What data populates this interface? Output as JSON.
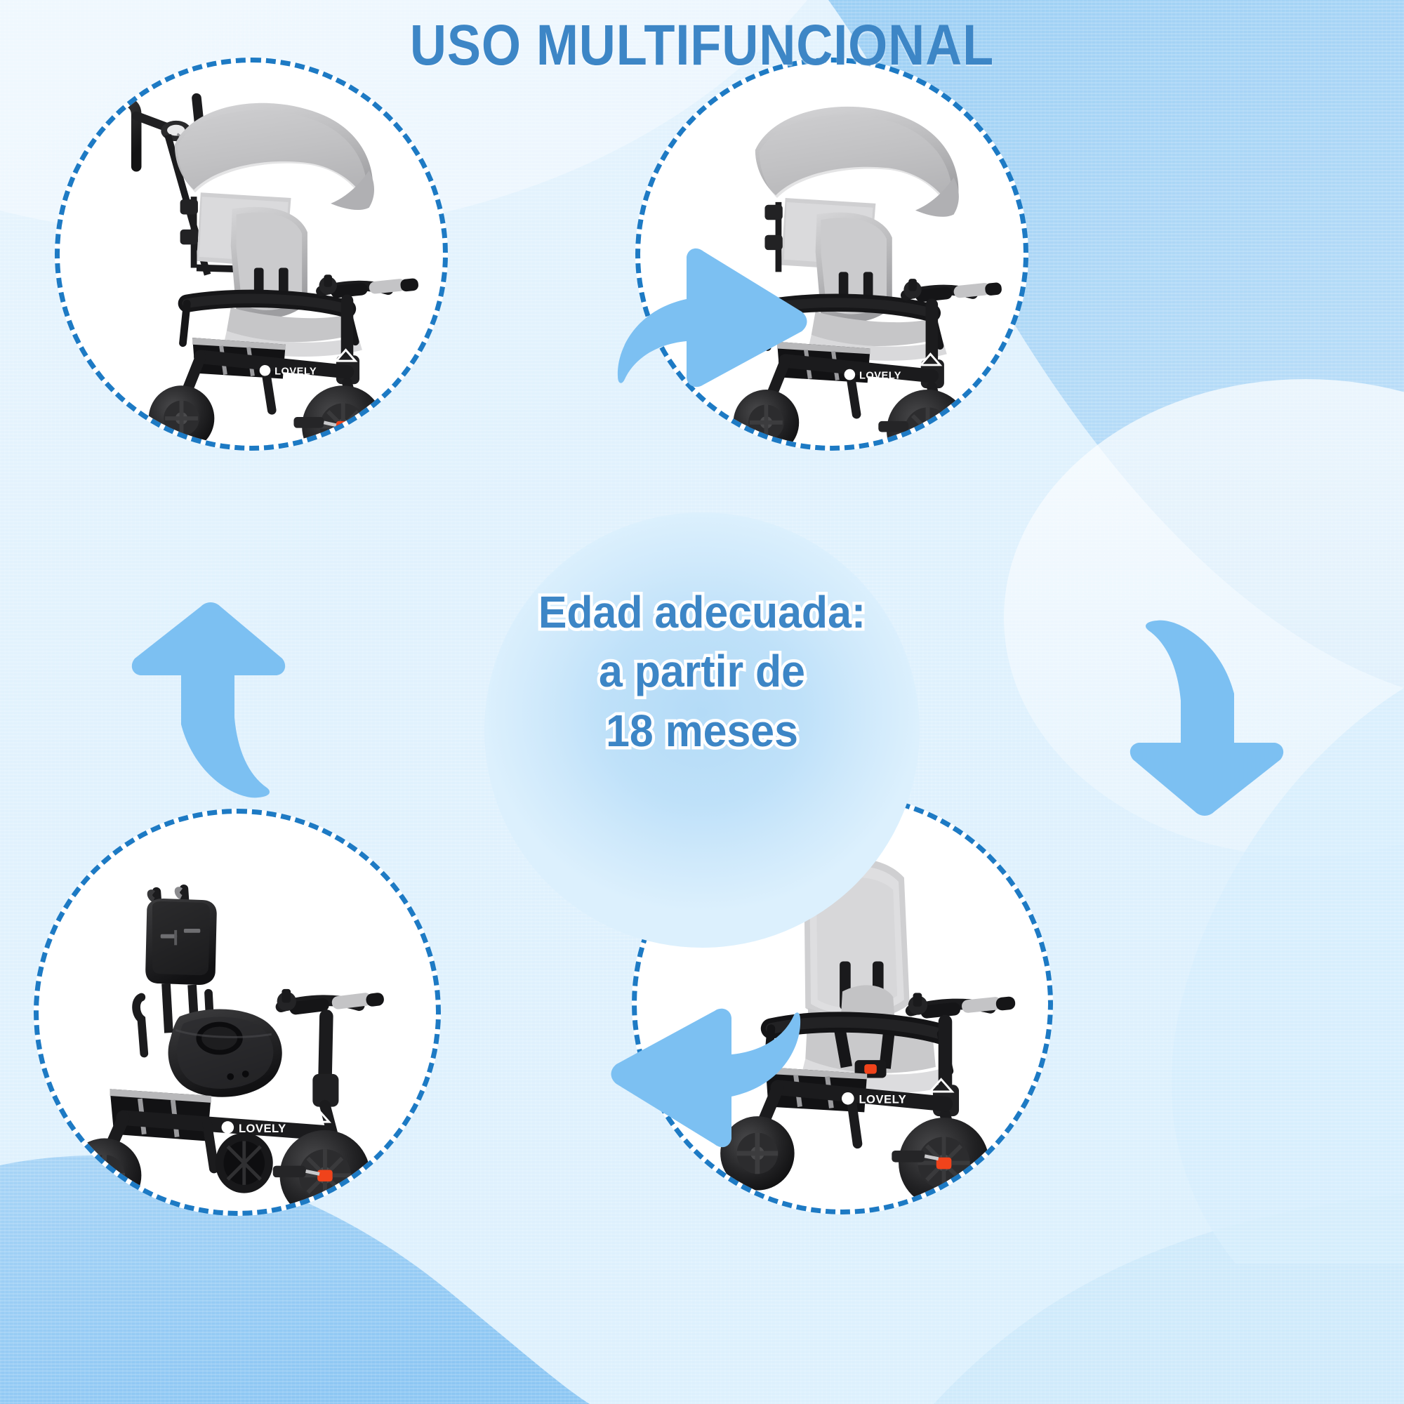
{
  "title": "USO MULTIFUNCIONAL",
  "colors": {
    "background": "#dceefb",
    "background_light": "#eaf5fd",
    "background_mid": "#c3e1f8",
    "background_deep": "#9fd0f5",
    "accent_blue": "#1d7ac4",
    "text_blue": "#3d86c6",
    "arrow_blue": "#7cc0f2",
    "circle_fill": "#ffffff",
    "center_fill": "#b8ddf8",
    "product_black": "#1b1b1b",
    "product_grey": "#b9b9bb",
    "brake_red": "#f0431b"
  },
  "center": {
    "lines": [
      "Edad adecuada:",
      "a partir de",
      "18 meses"
    ]
  },
  "circles": [
    {
      "id": "top-left",
      "label": "Tricycle with canopy, push handle and footrest - stroller mode",
      "brand": "LOVELY"
    },
    {
      "id": "top-right",
      "label": "Tricycle with canopy, push handle removed - canopy mode",
      "brand": "LOVELY"
    },
    {
      "id": "bottom-right",
      "label": "Tricycle with seat and safety bar, canopy removed - ride-on mode",
      "brand": "LOVELY"
    },
    {
      "id": "bottom-left",
      "label": "Tricycle with plastic seat and backrest - free ride mode",
      "brand": "LOVELY"
    }
  ],
  "arrows": [
    {
      "id": "arrow-top",
      "direction": "right"
    },
    {
      "id": "arrow-right",
      "direction": "down"
    },
    {
      "id": "arrow-bottom",
      "direction": "left"
    },
    {
      "id": "arrow-left",
      "direction": "up"
    }
  ]
}
